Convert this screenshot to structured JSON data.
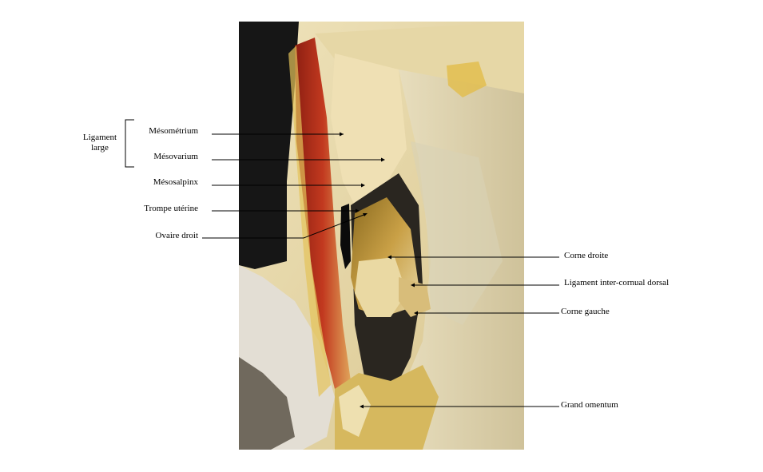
{
  "labels": {
    "mesometrium": "Mésométrium",
    "mesovarium": "Mésovarium",
    "mesosalpinx": "Mésosalpinx",
    "trompe": "Trompe utérine",
    "ovaire": "Ovaire droit",
    "corne_droite": "Corne droite",
    "ligament_intercornual": "Ligament inter-cornual dorsal",
    "corne_gauche": "Corne gauche",
    "grand_omentum": "Grand omentum"
  },
  "group": {
    "line1": "Ligament",
    "line2": "large"
  },
  "colors": {
    "background": "#ffffff",
    "line": "#000000",
    "tissue_light": "#e9d9a6",
    "tissue_yellow": "#d9b44a",
    "muscle_red": "#b0301e",
    "dark": "#1a1a1a",
    "fur": "#e6e2da"
  }
}
